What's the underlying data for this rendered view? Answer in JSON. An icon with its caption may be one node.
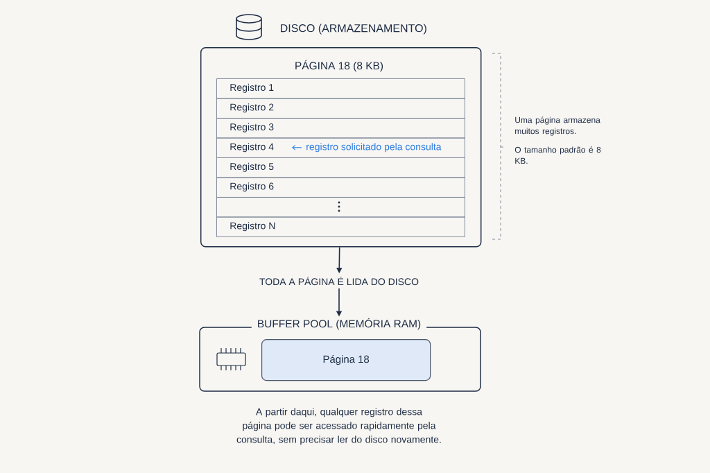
{
  "diagram": {
    "title": "DISCO (ARMAZENAMENTO)",
    "caption": "A partir daqui, qualquer registro dessa página pode ser acessado rapidamente pela consulta, sem precisar ler do disco novamente.",
    "nodes": [
      {
        "text": [
          "PÁGINA 18 (8 KB)"
        ]
      },
      {
        "text": [
          "Registro 1"
        ],
        "in": 0
      },
      {
        "text": [
          "Registro 2"
        ],
        "in": 0
      },
      {
        "text": [
          "Registro 3"
        ],
        "in": 0
      },
      {
        "text": [
          "Registro 4",
          "registro solicitado pela consulta"
        ],
        "in": 0
      },
      {
        "text": [
          "Registro 5"
        ],
        "in": 0
      },
      {
        "text": [
          "Registro 6"
        ],
        "in": 0
      },
      {
        "text": [],
        "shape": "box",
        "in": 0
      },
      {
        "text": [
          "Registro N"
        ],
        "in": 0
      },
      {
        "text": [
          "TODA A PÁGINA É LIDA DO DISCO"
        ]
      },
      {
        "text": [
          "BUFFER POOL (MEMÓRIA RAM)"
        ]
      },
      {
        "text": [
          "Página 18"
        ],
        "in": 10
      }
    ],
    "edges": [
      {
        "from": 0,
        "to": 9,
        "arrow": "to"
      },
      {
        "from": 9,
        "to": 10,
        "arrow": "to"
      }
    ],
    "labels": [
      "Uma página armazena muitos registros.",
      "O tamanho padrão é 8 KB."
    ]
  }
}
